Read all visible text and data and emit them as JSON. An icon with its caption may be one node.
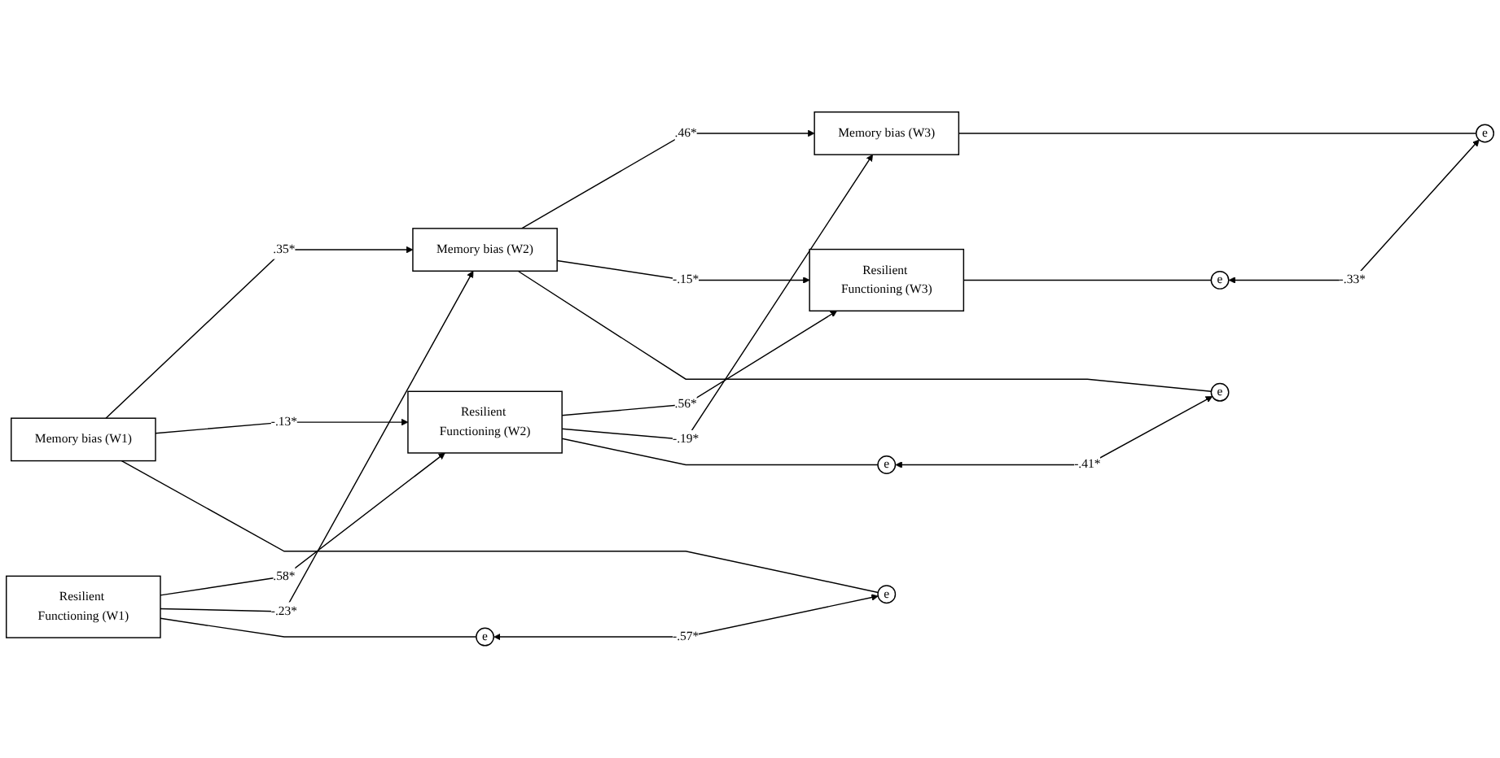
{
  "diagram": {
    "nodes": [
      {
        "text": [
          "Memory bias (W1)"
        ]
      },
      {
        "text": [
          "Memory bias (W2)"
        ]
      },
      {
        "text": [
          "Memory bias (W3)"
        ]
      },
      {
        "text": [
          "Resilient Functioning (W1)"
        ]
      },
      {
        "text": [
          "Resilient Functioning (W2)"
        ]
      },
      {
        "text": [
          "Resilient Functioning (W3)"
        ]
      },
      {
        "text": [
          "e"
        ]
      },
      {
        "text": [
          "e"
        ]
      },
      {
        "text": [
          "e"
        ]
      },
      {
        "text": [
          "e"
        ]
      },
      {
        "text": [
          "e"
        ]
      },
      {
        "text": [
          "e"
        ]
      }
    ],
    "edges": [
      {
        "from": 0,
        "to": 1,
        "arrow": "to",
        "label": ".35*"
      },
      {
        "from": 1,
        "to": 2,
        "arrow": "to",
        "label": ".46*"
      },
      {
        "from": 3,
        "to": 4,
        "arrow": "to",
        "label": ".58*"
      },
      {
        "from": 4,
        "to": 5,
        "arrow": "to",
        "label": ".56*"
      },
      {
        "from": 0,
        "to": 4,
        "arrow": "to",
        "label": "-.13*"
      },
      {
        "from": 3,
        "to": 1,
        "arrow": "to",
        "label": "-.23*"
      },
      {
        "from": 1,
        "to": 5,
        "arrow": "to",
        "label": "-.15*"
      },
      {
        "from": 4,
        "to": 2,
        "arrow": "to",
        "label": "-.19*"
      },
      {
        "from": 0,
        "to": 6,
        "arrow": "none"
      },
      {
        "from": 1,
        "to": 7,
        "arrow": "none"
      },
      {
        "from": 2,
        "to": 8,
        "arrow": "none"
      },
      {
        "from": 3,
        "to": 9,
        "arrow": "none"
      },
      {
        "from": 4,
        "to": 10,
        "arrow": "none"
      },
      {
        "from": 5,
        "to": 11,
        "arrow": "none"
      },
      {
        "from": 9,
        "to": 6,
        "arrow": "both",
        "label": "-.57*"
      },
      {
        "from": 10,
        "to": 7,
        "arrow": "both",
        "label": "-.41*"
      },
      {
        "from": 11,
        "to": 8,
        "arrow": "both",
        "label": "-.33*"
      }
    ]
  }
}
